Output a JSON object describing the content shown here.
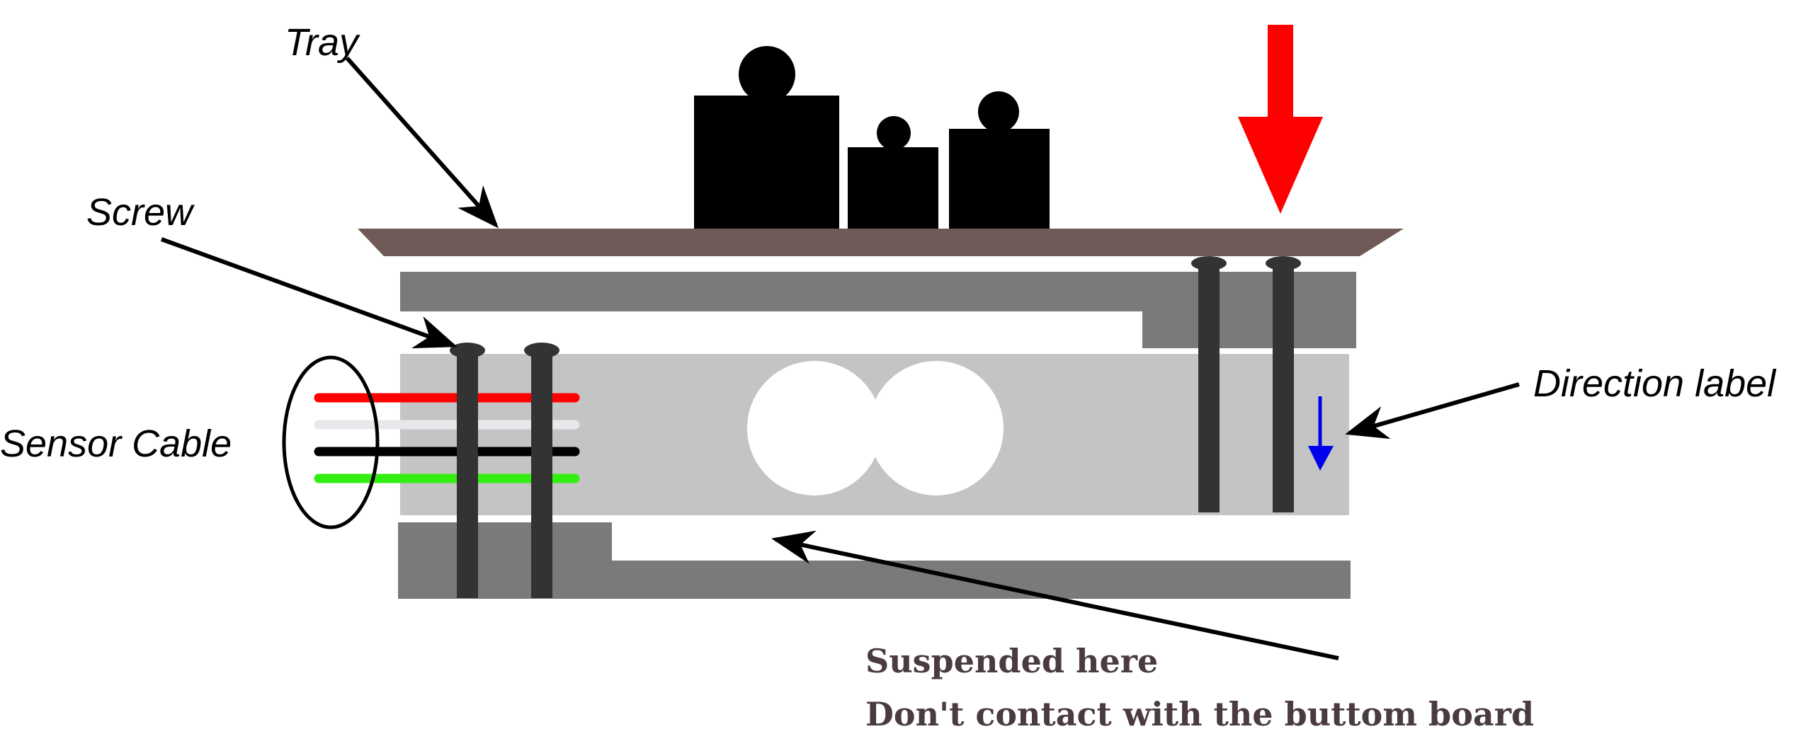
{
  "labels": {
    "tray": "Tray",
    "screw": "Screw",
    "sensor_cable": "Sensor Cable",
    "direction_label": "Direction label",
    "note_line1": "Suspended here",
    "note_line2": "Don't contact with the buttom board"
  },
  "colors": {
    "tray": "#6f5a57",
    "frame_dark": "#7a7a7a",
    "sensor_body": "#c4c4c4",
    "screw": "#333333",
    "load_arrow": "#ff0000",
    "direction_arrow": "#0000ee",
    "wires": [
      "#ff0000",
      "#e8e8ec",
      "#000000",
      "#33ee11"
    ]
  }
}
